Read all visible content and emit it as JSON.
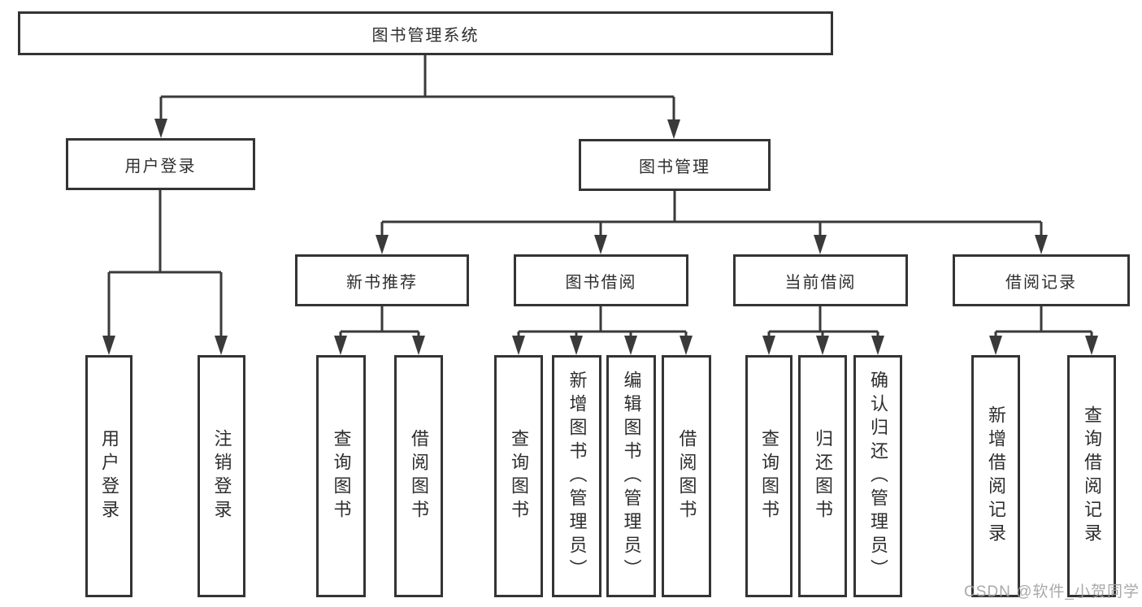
{
  "diagram_title": "图书管理系统",
  "nodes": {
    "root": {
      "label": "图书管理系统"
    },
    "user_login": {
      "label": "用户登录"
    },
    "book_mgmt": {
      "label": "图书管理"
    },
    "new_book_rec": {
      "label": "新书推荐"
    },
    "book_borrow": {
      "label": "图书借阅"
    },
    "current_borrow": {
      "label": "当前借阅"
    },
    "borrow_records": {
      "label": "借阅记录"
    },
    "ul_user_login": {
      "label": "用户登录"
    },
    "ul_logout": {
      "label": "注销登录"
    },
    "nr_query_book": {
      "label": "查询图书"
    },
    "nr_borrow_book": {
      "label": "借阅图书"
    },
    "bb_query_book": {
      "label": "查询图书"
    },
    "bb_add_book": {
      "label": "新增图书（管理员）"
    },
    "bb_edit_book": {
      "label": "编辑图书（管理员）"
    },
    "bb_borrow_book": {
      "label": "借阅图书"
    },
    "cb_query_book": {
      "label": "查询图书"
    },
    "cb_return_book": {
      "label": "归还图书"
    },
    "cb_confirm_return": {
      "label": "确认归还（管理员）"
    },
    "br_add_record": {
      "label": "新增借阅记录"
    },
    "br_query_record": {
      "label": "查询借阅记录"
    }
  },
  "edges": [
    [
      "root",
      "user_login"
    ],
    [
      "root",
      "book_mgmt"
    ],
    [
      "user_login",
      "ul_user_login"
    ],
    [
      "user_login",
      "ul_logout"
    ],
    [
      "book_mgmt",
      "new_book_rec"
    ],
    [
      "book_mgmt",
      "book_borrow"
    ],
    [
      "book_mgmt",
      "current_borrow"
    ],
    [
      "book_mgmt",
      "borrow_records"
    ],
    [
      "new_book_rec",
      "nr_query_book"
    ],
    [
      "new_book_rec",
      "nr_borrow_book"
    ],
    [
      "book_borrow",
      "bb_query_book"
    ],
    [
      "book_borrow",
      "bb_add_book"
    ],
    [
      "book_borrow",
      "bb_edit_book"
    ],
    [
      "book_borrow",
      "bb_borrow_book"
    ],
    [
      "current_borrow",
      "cb_query_book"
    ],
    [
      "current_borrow",
      "cb_return_book"
    ],
    [
      "current_borrow",
      "cb_confirm_return"
    ],
    [
      "borrow_records",
      "br_add_record"
    ],
    [
      "borrow_records",
      "br_query_record"
    ]
  ],
  "watermark": "CSDN @软件_小贺同学",
  "colors": {
    "line": "#3a3a3a",
    "box_border": "#343434",
    "text": "#2e2e2e",
    "watermark": "#a0a0a0",
    "background": "#ffffff"
  }
}
